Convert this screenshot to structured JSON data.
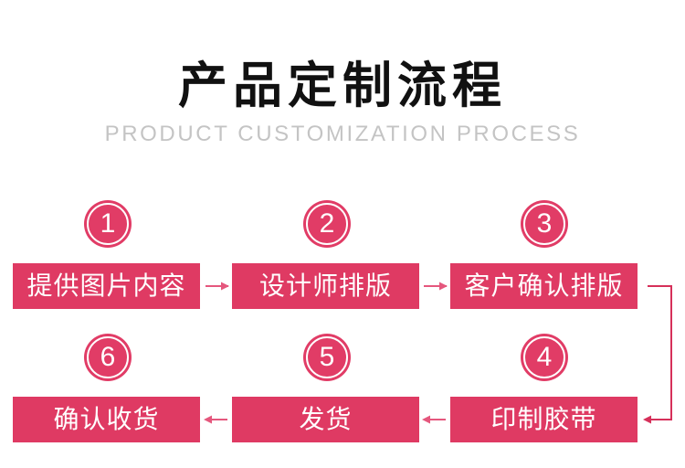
{
  "title": "产品定制流程",
  "subtitle": "PRODUCT CUSTOMIZATION PROCESS",
  "colors": {
    "accent": "#df3a63",
    "text": "#111111",
    "subtitle": "#c4c4c4",
    "arrow": "#e5577d"
  },
  "steps": [
    {
      "number": "1",
      "label": "提供图片内容"
    },
    {
      "number": "2",
      "label": "设计师排版"
    },
    {
      "number": "3",
      "label": "客户确认排版"
    },
    {
      "number": "4",
      "label": "印制胶带"
    },
    {
      "number": "5",
      "label": "发货"
    },
    {
      "number": "6",
      "label": "确认收货"
    }
  ]
}
